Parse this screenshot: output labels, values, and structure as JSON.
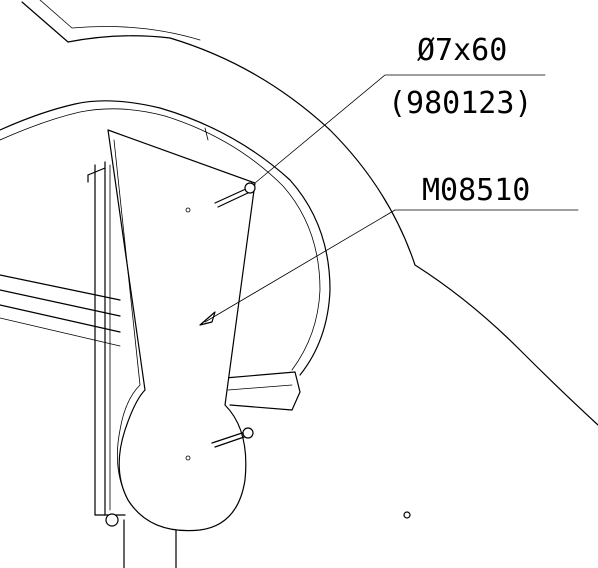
{
  "callouts": {
    "screw_spec": "Ø7x60",
    "screw_code": "(980123)",
    "bracket_code": "M08510"
  }
}
